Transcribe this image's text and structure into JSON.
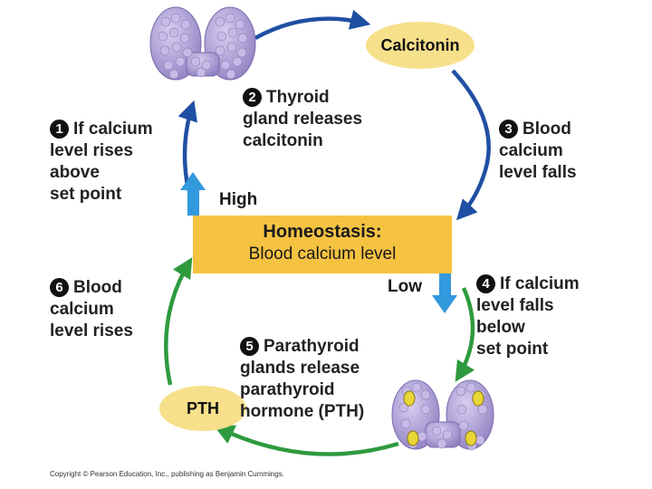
{
  "steps": [
    {
      "num": "1",
      "lines": [
        "If calcium",
        "level rises",
        "above",
        "set point"
      ]
    },
    {
      "num": "2",
      "lines": [
        "Thyroid",
        "gland releases",
        "calcitonin"
      ]
    },
    {
      "num": "3",
      "lines": [
        "Blood",
        "calcium",
        "level falls"
      ]
    },
    {
      "num": "4",
      "lines": [
        "If calcium",
        "level falls",
        "below",
        "set point"
      ]
    },
    {
      "num": "5",
      "lines": [
        "Parathyroid",
        "glands release",
        "parathyroid",
        "hormone (PTH)"
      ]
    },
    {
      "num": "6",
      "lines": [
        "Blood",
        "calcium",
        "level rises"
      ]
    }
  ],
  "hormones": {
    "calcitonin": "Calcitonin",
    "pth": "PTH"
  },
  "center": {
    "title": "Homeostasis:",
    "subtitle": "Blood calcium level",
    "high": "High",
    "low": "Low"
  },
  "copyright": "Copyright © Pearson Education, Inc., publishing as Benjamin Cummings.",
  "colors": {
    "upper_arrows": "#1f4fa3",
    "lower_arrows": "#2e9a3e",
    "high_low_arrows": "#3399dd",
    "center_box": "#f5c242",
    "hormone_oval": "#f7e08b",
    "gland_tissue": "#b4a6d6"
  },
  "icons": {
    "thyroid": "thyroid-gland-icon",
    "parathyroid": "parathyroid-glands-icon"
  }
}
